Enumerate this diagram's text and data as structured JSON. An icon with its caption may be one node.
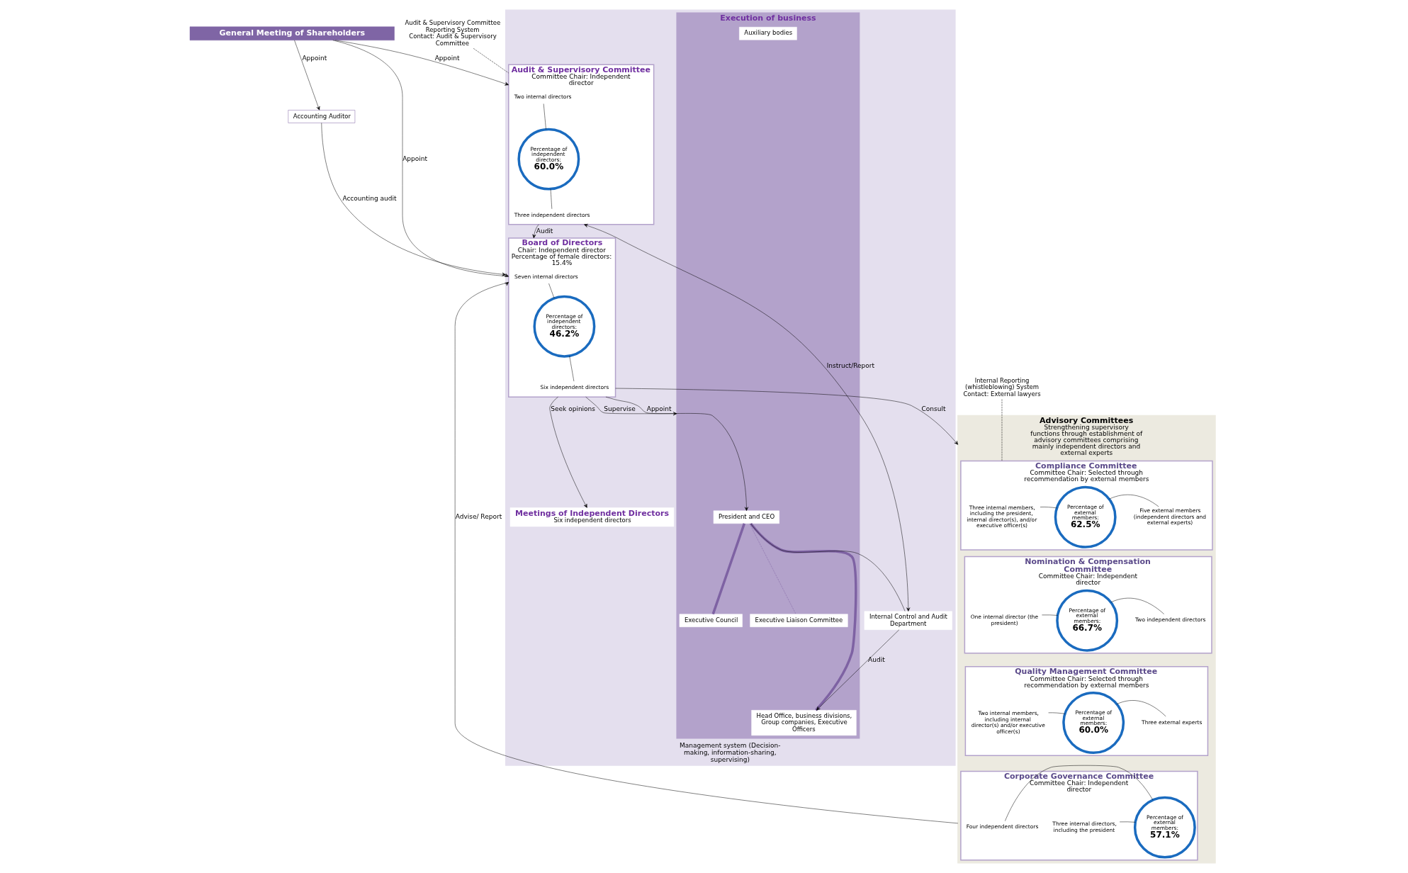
{
  "diagram": {
    "nodes": [
      {
        "text": [
          "General Meeting of Shareholders"
        ]
      },
      {
        "text": [
          "Accounting Auditor"
        ]
      },
      {
        "text": [
          "Management system (Decision-making, information-sharing, supervising)"
        ]
      },
      {
        "text": [
          "Board of Directors",
          "Chair: Independent director",
          "Percentage of female directors: 15.4%"
        ],
        "in": 2
      },
      {
        "text": [
          "Seven internal directors"
        ],
        "in": 3
      },
      {
        "text": [
          "Percentage of independent directors:",
          "46.2%"
        ],
        "in": 3
      },
      {
        "text": [
          "Six independent directors"
        ],
        "in": 3
      },
      {
        "text": [
          "Meetings of Independent Directors",
          "Six independent directors"
        ],
        "in": 2
      },
      {
        "text": [
          "Audit & Supervisory Committee",
          "Committee Chair: Independent director"
        ],
        "in": 2
      },
      {
        "text": [
          "Two internal directors"
        ],
        "in": 8
      },
      {
        "text": [
          "Percentage of independent directors:",
          "60.0%"
        ],
        "in": 8
      },
      {
        "text": [
          "Three independent directors"
        ],
        "in": 8
      },
      {
        "text": [
          "Execution of business"
        ],
        "in": 2
      },
      {
        "text": [
          "President and CEO"
        ],
        "in": 12
      },
      {
        "text": [
          "Executive Council"
        ],
        "in": 12
      },
      {
        "text": [
          "Auxiliary bodies"
        ],
        "in": 12
      },
      {
        "text": [
          "Executive Liaison Committee"
        ],
        "in": 12
      },
      {
        "text": [
          "Head Office, business divisions, Group companies, Executive Officers"
        ],
        "in": 12
      },
      {
        "text": [
          "Internal Control and Audit Department"
        ],
        "in": 2
      },
      {
        "text": [
          "Advisory Committees",
          "Strengthening supervisory functions through establishment of advisory committees comprising mainly independent directors and external experts"
        ]
      },
      {
        "text": [
          "Compliance Committee",
          "Committee Chair: Selected through recommendation by external members"
        ],
        "in": 19
      },
      {
        "text": [
          "Three internal members, including the president, internal director(s), and/or executive officer(s)"
        ],
        "in": 20
      },
      {
        "text": [
          "Percentage of external members:",
          "62.5%"
        ],
        "in": 20
      },
      {
        "text": [
          "Five external members (independent directors and external experts)"
        ],
        "in": 20
      },
      {
        "text": [
          "Nomination & Compensation Committee",
          "Committee Chair: Independent director"
        ],
        "in": 19
      },
      {
        "text": [
          "One internal director (the president)"
        ],
        "in": 24
      },
      {
        "text": [
          "Percentage of external members:",
          "66.7%"
        ],
        "in": 24
      },
      {
        "text": [
          "Two independent directors"
        ],
        "in": 24
      },
      {
        "text": [
          "Quality Management Committee",
          "Committee Chair: Selected through recommendation by external members"
        ],
        "in": 19
      },
      {
        "text": [
          "Two internal members, including internal director(s) and/or executive officer(s)"
        ],
        "in": 28
      },
      {
        "text": [
          "Percentage of external members:",
          "60.0%"
        ],
        "in": 28
      },
      {
        "text": [
          "Three external experts"
        ],
        "in": 28
      },
      {
        "text": [
          "Corporate Governance Committee",
          "Committee Chair: Independent director"
        ],
        "in": 19
      },
      {
        "text": [
          "Three internal directors, including the president"
        ],
        "in": 32
      },
      {
        "text": [
          "Percentage of external members:",
          "57.1%"
        ],
        "in": 32
      },
      {
        "text": [
          "Four independent directors"
        ],
        "in": 32
      },
      {
        "text": [
          "Audit & Supervisory Committee Reporting System",
          "Contact: Audit & Supervisory Committee"
        ]
      },
      {
        "text": [
          "Internal Reporting (whistleblowing) System",
          "Contact: External lawyers"
        ]
      }
    ],
    "edges": [
      {
        "from": 0,
        "to": 1,
        "arrow": "to",
        "label": "Appoint"
      },
      {
        "from": 0,
        "to": 3,
        "arrow": "to",
        "label": "Appoint"
      },
      {
        "from": 0,
        "to": 8,
        "arrow": "to",
        "label": "Appoint"
      },
      {
        "from": 1,
        "to": 2,
        "arrow": "to",
        "label": "Accounting audit"
      },
      {
        "from": 3,
        "to": 19,
        "arrow": "to",
        "label": "Consult"
      },
      {
        "from": 19,
        "to": 3,
        "arrow": "to",
        "label": "Advise/ Report"
      },
      {
        "from": 3,
        "to": 7,
        "arrow": "to",
        "label": "Seek opinions"
      },
      {
        "from": 8,
        "to": 3,
        "arrow": "to",
        "label": "Audit"
      },
      {
        "from": 3,
        "to": 13,
        "arrow": "to",
        "label": "Appoint"
      },
      {
        "from": 3,
        "to": 12,
        "arrow": "to",
        "label": "Supervise"
      },
      {
        "from": 8,
        "to": 18,
        "arrow": "both",
        "label": "Instruct/Report"
      },
      {
        "from": 13,
        "to": 18,
        "arrow": "none"
      },
      {
        "from": 18,
        "to": 17,
        "arrow": "to",
        "label": "Audit"
      },
      {
        "from": 13,
        "to": 14,
        "arrow": "none",
        "style": "thick",
        "color": "#7e62a3"
      },
      {
        "from": 13,
        "to": 17,
        "arrow": "none",
        "style": "thick",
        "color": "#7e62a3"
      },
      {
        "from": 13,
        "to": 16,
        "arrow": "none",
        "style": "dashed",
        "color": "#7e62a3"
      },
      {
        "from": 4,
        "to": 5,
        "arrow": "none"
      },
      {
        "from": 6,
        "to": 5,
        "arrow": "none"
      },
      {
        "from": 9,
        "to": 10,
        "arrow": "none"
      },
      {
        "from": 11,
        "to": 10,
        "arrow": "none"
      },
      {
        "from": 21,
        "to": 22,
        "arrow": "none"
      },
      {
        "from": 23,
        "to": 22,
        "arrow": "none"
      },
      {
        "from": 25,
        "to": 26,
        "arrow": "none"
      },
      {
        "from": 27,
        "to": 26,
        "arrow": "none"
      },
      {
        "from": 29,
        "to": 30,
        "arrow": "none"
      },
      {
        "from": 31,
        "to": 30,
        "arrow": "none"
      },
      {
        "from": 33,
        "to": 34,
        "arrow": "none"
      },
      {
        "from": 35,
        "to": 34,
        "arrow": "none"
      },
      {
        "from": 36,
        "to": 8,
        "arrow": "none",
        "style": "dashed"
      },
      {
        "from": 37,
        "to": 20,
        "arrow": "none",
        "style": "dashed"
      }
    ]
  }
}
